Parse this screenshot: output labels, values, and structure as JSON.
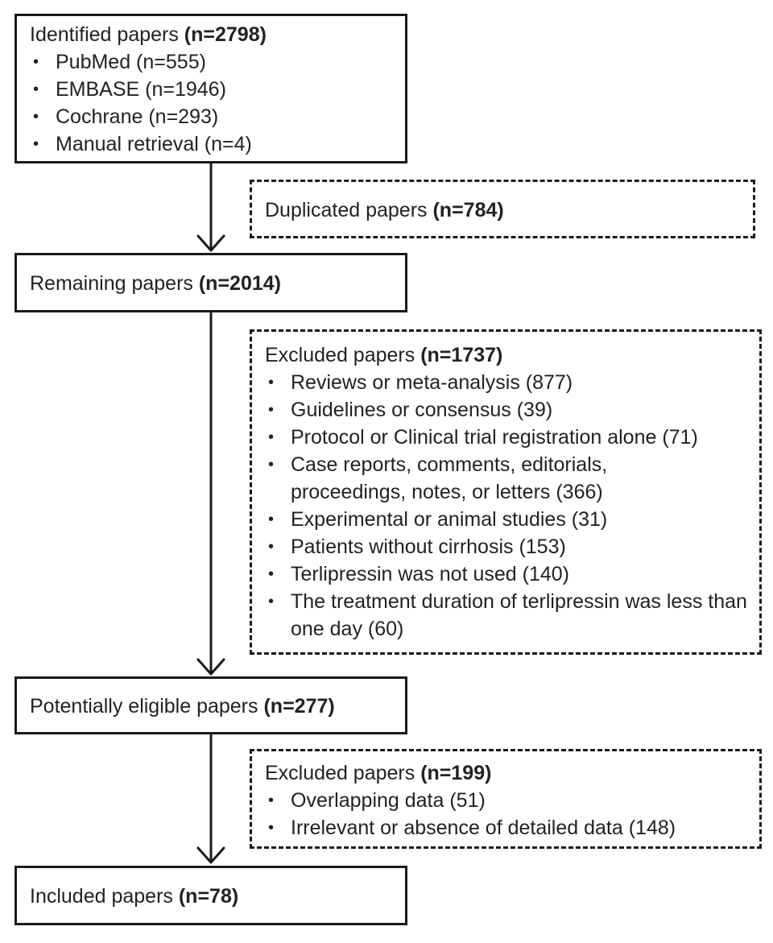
{
  "identified": {
    "label": "Identified papers ",
    "count": "(n=2798)",
    "items": [
      "PubMed (n=555)",
      "EMBASE (n=1946)",
      "Cochrane (n=293)",
      "Manual retrieval (n=4)"
    ]
  },
  "duplicated": {
    "label": "Duplicated papers ",
    "count": "(n=784)"
  },
  "remaining": {
    "label": "Remaining papers ",
    "count": "(n=2014)"
  },
  "excluded_1": {
    "label": "Excluded papers ",
    "count": "(n=1737)",
    "items": [
      "Reviews or meta-analysis (877)",
      "Guidelines or consensus (39)",
      "Protocol or Clinical trial registration alone (71)",
      "Case reports, comments, editorials, proceedings, notes, or letters (366)",
      "Experimental or animal studies (31)",
      "Patients without cirrhosis (153)",
      "Terlipressin was not used (140)",
      "The treatment duration of terlipressin was less than one day (60)"
    ]
  },
  "eligible": {
    "label": "Potentially eligible papers ",
    "count": "(n=277)"
  },
  "excluded_2": {
    "label": "Excluded papers ",
    "count": "(n=199)",
    "items": [
      "Overlapping data (51)",
      "Irrelevant or absence of detailed data (148)"
    ]
  },
  "included": {
    "label": "Included papers ",
    "count": "(n=78)"
  }
}
